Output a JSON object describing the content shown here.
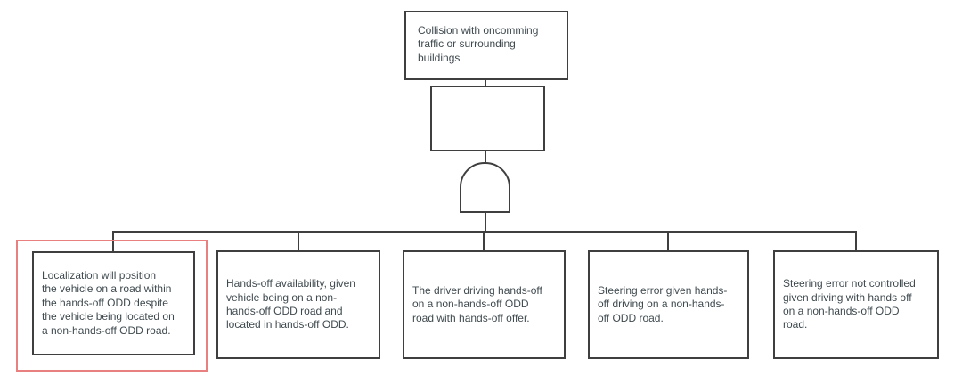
{
  "diagram": {
    "type": "fault-tree",
    "background_color": "#ffffff",
    "line_color": "#3f3f3f",
    "text_color": "#3f4a4f",
    "highlight_color": "#e98080",
    "top_event": {
      "label": "Collision with oncomming\ntraffic or surrounding\nbuildings"
    },
    "intermediate_event": {
      "label": ""
    },
    "gate": {
      "type": "and-gate"
    },
    "basic_events": [
      {
        "label": "Localization will position\nthe vehicle on a road within\nthe hands-off ODD despite\nthe vehicle being located on\na non-hands-off ODD road.",
        "highlighted": true
      },
      {
        "label": "Hands-off availability, given\nvehicle being on a non-\nhands-off ODD road and\nlocated in hands-off ODD.",
        "highlighted": false
      },
      {
        "label": "The driver driving hands-off\non a non-hands-off ODD\nroad with hands-off offer.",
        "highlighted": false
      },
      {
        "label": "Steering error given hands-\noff driving on a non-hands-\noff ODD road.",
        "highlighted": false
      },
      {
        "label": "Steering error not controlled\ngiven driving with hands off\non a non-hands-off ODD\nroad.",
        "highlighted": false
      }
    ]
  }
}
